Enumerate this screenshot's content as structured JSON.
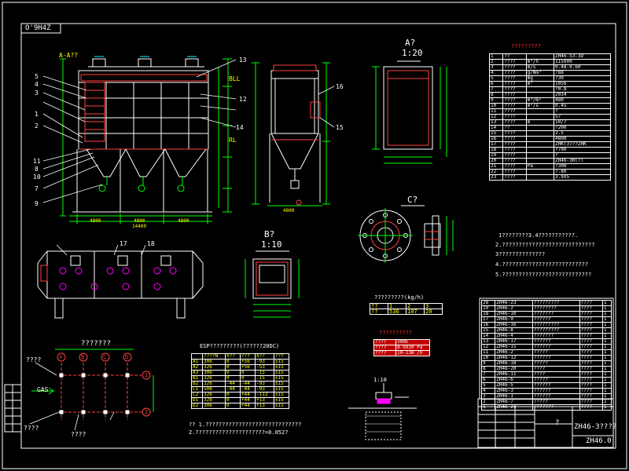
{
  "drawing": {
    "code_label": "O'9H4Z",
    "section_a_title": "A?",
    "section_a_scale": "1:20",
    "section_b_title": "B?",
    "section_b_scale": "1:10",
    "section_c_title": "C?",
    "detail_scale": "1:10",
    "tech_params_title": "?????????",
    "flow_table_title": "?????????(kg/h)",
    "flow_table": {
      "header": [
        "??",
        "1",
        "2",
        "3"
      ],
      "row": [
        "??",
        "536",
        "107",
        "20"
      ]
    },
    "pressure_box_title": "??????????",
    "pressure_box": [
      [
        "????",
        "300E"
      ],
      [
        "????",
        "8-9X10 Pa"
      ],
      [
        "????",
        "10-13m /h"
      ]
    ],
    "notes": [
      "1????????3.4???????????.",
      "2.????????????????????????????",
      "3??????????????",
      "4.??????????????????????????",
      "5.???????????????????????????"
    ],
    "foundation_title": "???????",
    "gas_label": "GAS",
    "foundation_circles": [
      "A",
      "B",
      "C",
      "D"
    ],
    "foundation_rows": [
      "1",
      "2"
    ],
    "foundation_left_labels": [
      "????",
      "????"
    ],
    "foundation_bottom_label": "????",
    "esp_table_title": "ESP?????????(??????20DC)",
    "esp_table": {
      "header": [
        "????N",
        "X??",
        "???",
        "X??",
        "???"
      ],
      "rows": [
        [
          "A1",
          "306",
          "0",
          "+56",
          "-93",
          "±15"
        ],
        [
          "A2",
          "326",
          "0",
          "+56",
          "-53",
          "±15"
        ],
        [
          "A3",
          "306",
          "0",
          "0",
          "-15",
          "±15"
        ],
        [
          "B1",
          "326",
          "0",
          "0",
          "-15",
          "±15"
        ],
        [
          "B2",
          "326",
          "-44",
          "-44",
          "-93",
          "±15"
        ],
        [
          "C1",
          "508",
          "-44",
          "-44",
          "-93",
          "±15"
        ],
        [
          "C2",
          "326",
          "0",
          "+44",
          "-113",
          "±15"
        ],
        [
          "D1",
          "328",
          "0",
          "+44",
          "+13",
          "±15"
        ],
        [
          "D2",
          "306",
          "0",
          "+44",
          "+13",
          "±15"
        ]
      ]
    },
    "esp_notes": [
      "??   1.?????????????????????????????",
      "       2.?????????????????????=0.052?"
    ],
    "tech_params": [
      [
        "1",
        "??",
        "",
        "ZH46-S3-3D"
      ],
      [
        "2",
        "????",
        "m³/h",
        "115000"
      ],
      [
        "3",
        "????",
        "m/s",
        "0.48-0.60"
      ],
      [
        "4",
        "????",
        "g/Nm³",
        "?88"
      ],
      [
        "5",
        "????",
        "mg",
        "?30"
      ],
      [
        "6",
        "????",
        "m²",
        "1056"
      ],
      [
        "7",
        "????",
        "",
        "?0.8"
      ],
      [
        "8",
        "????",
        "",
        "2034"
      ],
      [
        "9",
        "????",
        "m³/m²",
        "480"
      ],
      [
        "10",
        "????",
        "m²/s",
        "0.45"
      ],
      [
        "11",
        "????",
        "",
        "?"
      ],
      [
        "12",
        "????",
        "",
        "57"
      ],
      [
        "13",
        "????",
        "m",
        "10/?"
      ],
      [
        "14",
        "??",
        "",
        "?200"
      ],
      [
        "15",
        "????",
        "",
        "2.5"
      ],
      [
        "16",
        "????",
        "",
        "4800"
      ],
      [
        "17",
        "????",
        "",
        "ZHK(3)??ZHK"
      ],
      [
        "18",
        "????",
        "",
        "?700"
      ],
      [
        "19",
        "????",
        "",
        "?"
      ],
      [
        "20",
        "????",
        "",
        "ZH46-3H(?)"
      ],
      [
        "21",
        "????",
        "Pa",
        "?300"
      ],
      [
        "22",
        "????",
        "",
        "7.80"
      ],
      [
        "23",
        "????",
        "",
        "3.9X5"
      ]
    ],
    "parts_list": [
      [
        "28",
        "ZH46-23",
        "?????????",
        "????",
        "1"
      ],
      [
        "19",
        "ZH46-2",
        "????????",
        "????",
        "1"
      ],
      [
        "18",
        "ZH46-10",
        "???????",
        "????",
        "1"
      ],
      [
        "17",
        "ZH46-9",
        "??????",
        "????",
        "1"
      ],
      [
        "16",
        "ZH46-16",
        "?????????",
        "????",
        "1"
      ],
      [
        "15",
        "ZH46-8",
        "?????????",
        "????",
        "1"
      ],
      [
        "14",
        "ZH46-4",
        "???????",
        "????",
        "1"
      ],
      [
        "13",
        "ZH46-17",
        "??????",
        "????",
        "1"
      ],
      [
        "12",
        "ZH46-15",
        "??????",
        "????",
        "1"
      ],
      [
        "11",
        "ZH46-2",
        "?????",
        "????",
        "1"
      ],
      [
        "10",
        "ZH46-12",
        "??????",
        "????",
        "1"
      ],
      [
        "9",
        "ZH46-18",
        "?????",
        "????",
        "1"
      ],
      [
        "8",
        "ZH46-20",
        "????",
        "????",
        "1"
      ],
      [
        "7",
        "ZH46-11",
        "????",
        "????",
        "1"
      ],
      [
        "6",
        "ZH46-6",
        "?????",
        "????",
        "1"
      ],
      [
        "5",
        "ZH46-5",
        "??????",
        "????",
        "1"
      ],
      [
        "4",
        "ZH46-3",
        "??????",
        "????",
        "1"
      ],
      [
        "3",
        "ZH46-1",
        "??????",
        "????",
        "1"
      ],
      [
        "2",
        "ZH46-7",
        "?????",
        "????",
        "1"
      ],
      [
        "1",
        "ZH46-24",
        "???????",
        "????",
        "1"
      ]
    ],
    "title_block": {
      "drawing_no": "ZH46-3????",
      "drawing_code": "ZH46.0",
      "mark": "?"
    },
    "elevation_labels": [
      "A-A??",
      "BLL",
      "RL",
      "5",
      "4",
      "3",
      "2",
      "1",
      "11",
      "8",
      "10",
      "7",
      "9",
      "13",
      "12",
      "14",
      "16",
      "15",
      "17",
      "18"
    ],
    "dim_labels": [
      "4800",
      "4800",
      "4800",
      "14400",
      "4800"
    ]
  }
}
